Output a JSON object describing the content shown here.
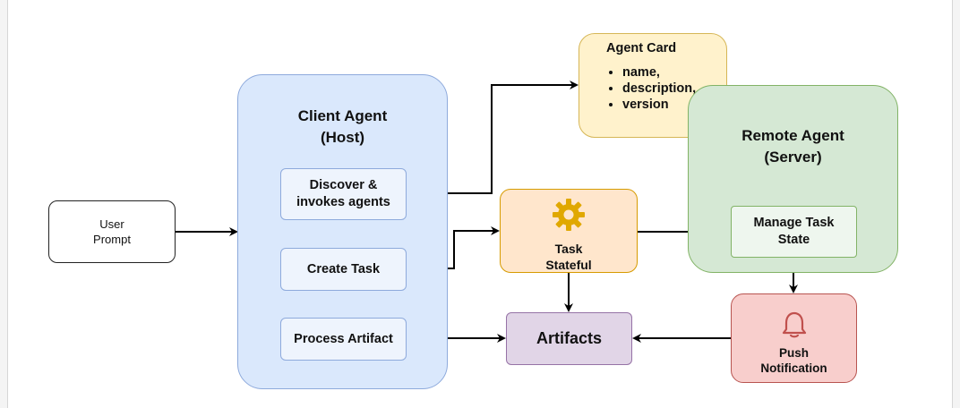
{
  "nodes": {
    "user_prompt": "User\nPrompt",
    "client_agent": "Client Agent\n(Host)",
    "discover": "Discover &\ninvokes agents",
    "create_task": "Create Task",
    "process_artifact": "Process Artifact",
    "agent_card": {
      "title": "Agent Card",
      "items": [
        "name,",
        "description,",
        "version"
      ]
    },
    "remote_agent": "Remote Agent\n(Server)",
    "manage_task": "Manage Task\nState",
    "task_stateful": "Task\nStateful",
    "artifacts": "Artifacts",
    "push_notification": "Push\nNotification"
  },
  "icons": {
    "task": "gear-icon",
    "push": "bell-icon"
  },
  "colors": {
    "client_fill": "#dae8fc",
    "card_fill": "#fff2cc",
    "remote_fill": "#d5e8d4",
    "task_fill": "#ffe6cc",
    "artifact_fill": "#e1d5e7",
    "push_fill": "#f8cecc",
    "gear": "#e0a800",
    "bell": "#c0504d"
  }
}
